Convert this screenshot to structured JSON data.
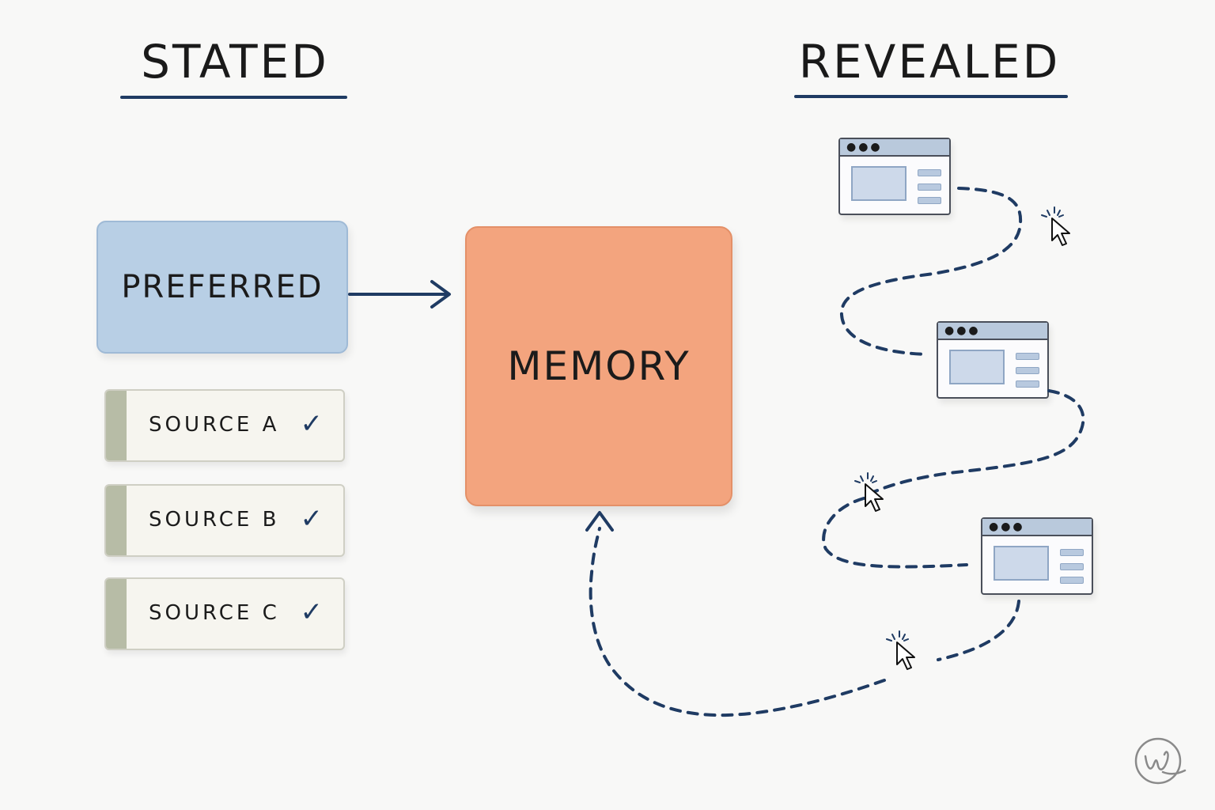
{
  "stated": {
    "title": "STATED"
  },
  "revealed": {
    "title": "REVEALED"
  },
  "preferred": {
    "label": "PREFERRED"
  },
  "memory": {
    "label": "MEMORY"
  },
  "sources": [
    {
      "label": "SOURCE  A",
      "check": "✓"
    },
    {
      "label": "SOURCE  B",
      "check": "✓"
    },
    {
      "label": "SOURCE  C",
      "check": "✓"
    }
  ],
  "windows": [
    {
      "dots": "●●●"
    },
    {
      "dots": "●●●"
    },
    {
      "dots": "●●●"
    }
  ],
  "colors": {
    "accent_navy": "#1f3b63",
    "preferred_blue": "#b8cfe5",
    "memory_orange": "#f3a47e",
    "source_tab": "#b7bca6"
  },
  "icons": [
    "cursor-click-icon",
    "browser-window-icon",
    "check-icon",
    "signature-logo"
  ]
}
